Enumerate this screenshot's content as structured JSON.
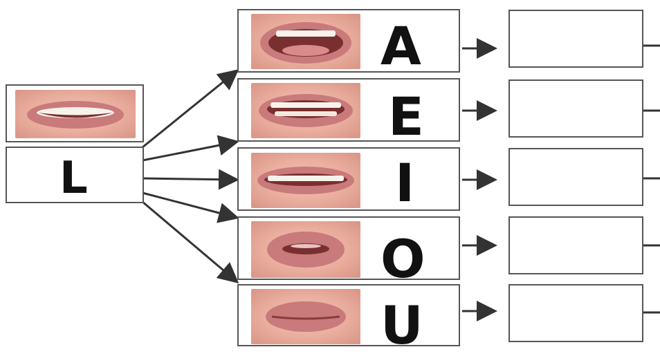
{
  "source": {
    "letter": "L"
  },
  "vowels": [
    {
      "letter": "A",
      "mouth": "open-mouth"
    },
    {
      "letter": "E",
      "mouth": "wide-smile"
    },
    {
      "letter": "I",
      "mouth": "narrow-smile"
    },
    {
      "letter": "O",
      "mouth": "rounded-lips"
    },
    {
      "letter": "U",
      "mouth": "pursed-lips"
    }
  ],
  "colors": {
    "line": "#333333",
    "border": "#555555",
    "lip": "#c97a7a"
  }
}
